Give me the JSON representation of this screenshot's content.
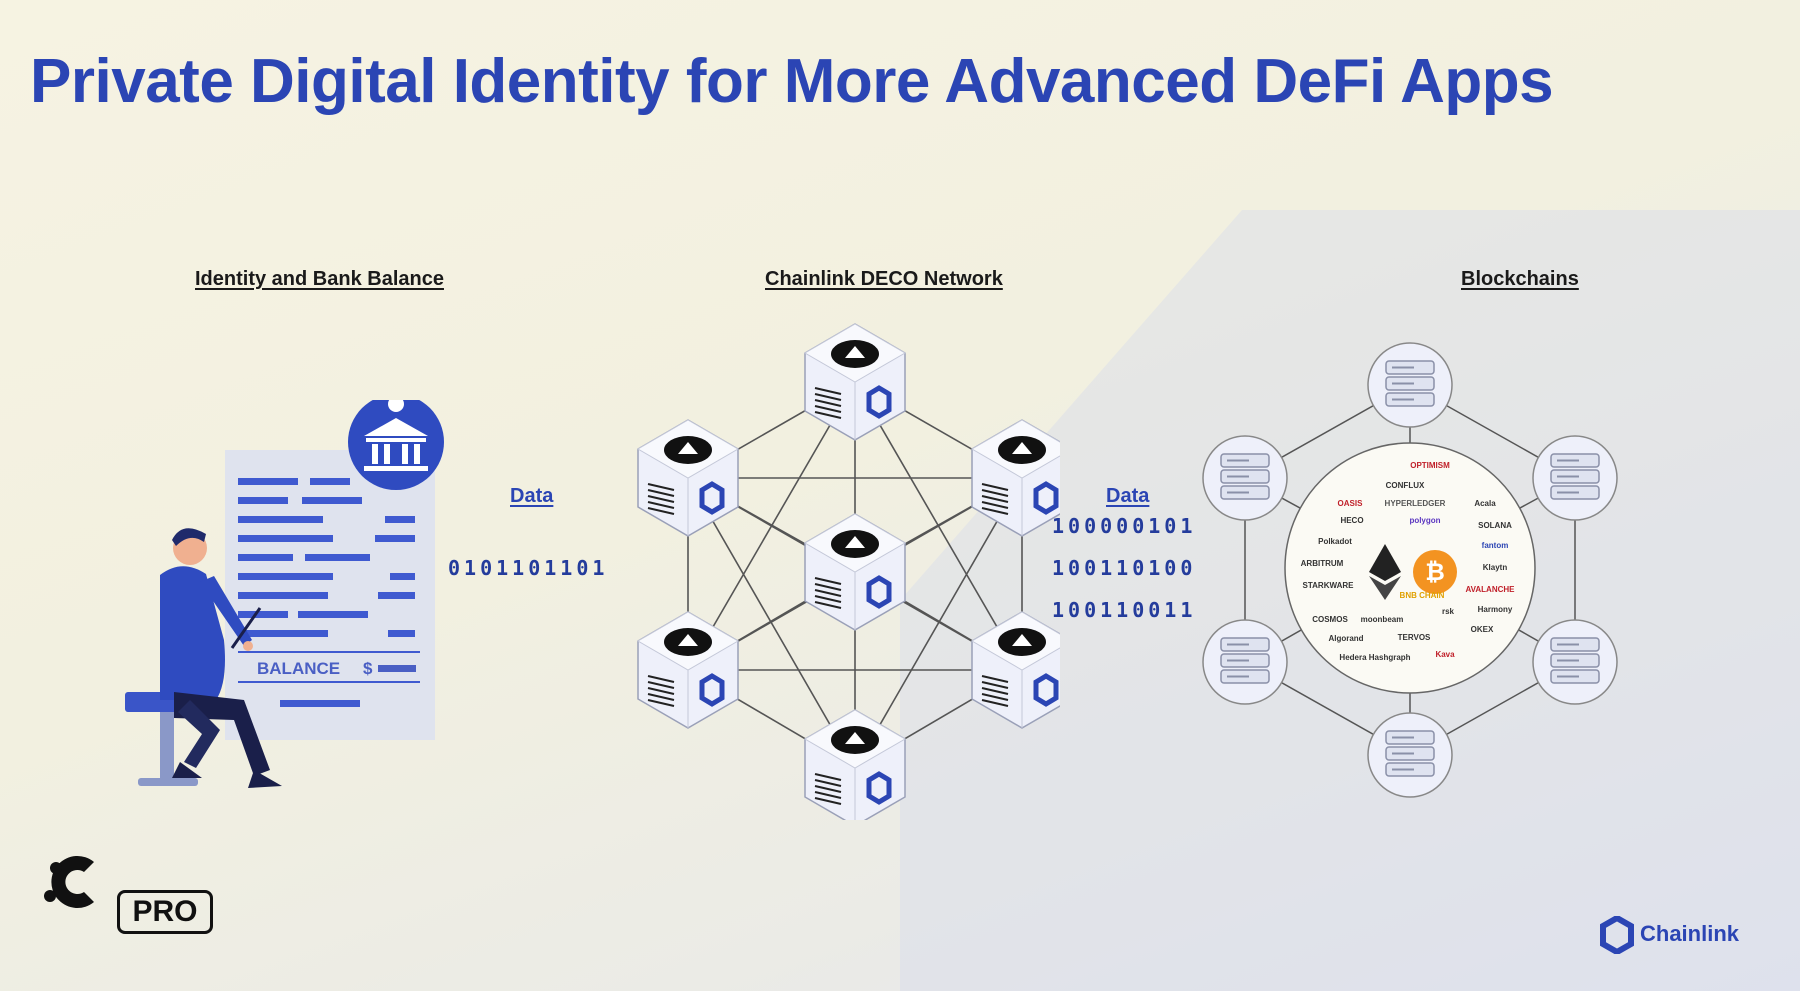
{
  "slide": {
    "title": "Private Digital Identity for More Advanced DeFi Apps"
  },
  "sections": {
    "identity": "Identity and Bank Balance",
    "network": "Chainlink DECO Network",
    "blockchains": "Blockchains"
  },
  "document": {
    "balance_label": "BALANCE",
    "currency_symbol": "$"
  },
  "flows": {
    "left_label": "Data",
    "left_bits": "0101101101",
    "right_label": "Data",
    "right_bits": [
      "100000101",
      "100110100",
      "100110011"
    ]
  },
  "ecosystem_logos": [
    "OPTIMISM",
    "CONFLUX",
    "OASIS",
    "HYPERLEDGER",
    "Acala",
    "HECO",
    "polygon",
    "SOLANA",
    "Polkadot",
    "fantom",
    "ARBITRUM",
    "Klaytn",
    "STARKWARE",
    "AVALANCHE",
    "BNB CHAIN",
    "rsk",
    "Harmony",
    "COSMOS",
    "moonbeam",
    "OKEX",
    "Algorand",
    "TERVOS",
    "Hedera Hashgraph",
    "Kava"
  ],
  "branding": {
    "pro_badge": "PRO",
    "chainlink": "Chainlink"
  },
  "colors": {
    "brand_blue": "#2b45b4",
    "node_fill": "#eef0fa",
    "line": "#555555"
  },
  "icons": {
    "person": "person-laptop-icon",
    "bank": "bank-icon",
    "node": "deco-node-cube-icon",
    "server": "server-rack-icon",
    "ethereum": "ethereum-icon",
    "bitcoin": "bitcoin-icon",
    "chainlink": "chainlink-hex-icon",
    "channel_c": "channel-c-logo-icon"
  }
}
